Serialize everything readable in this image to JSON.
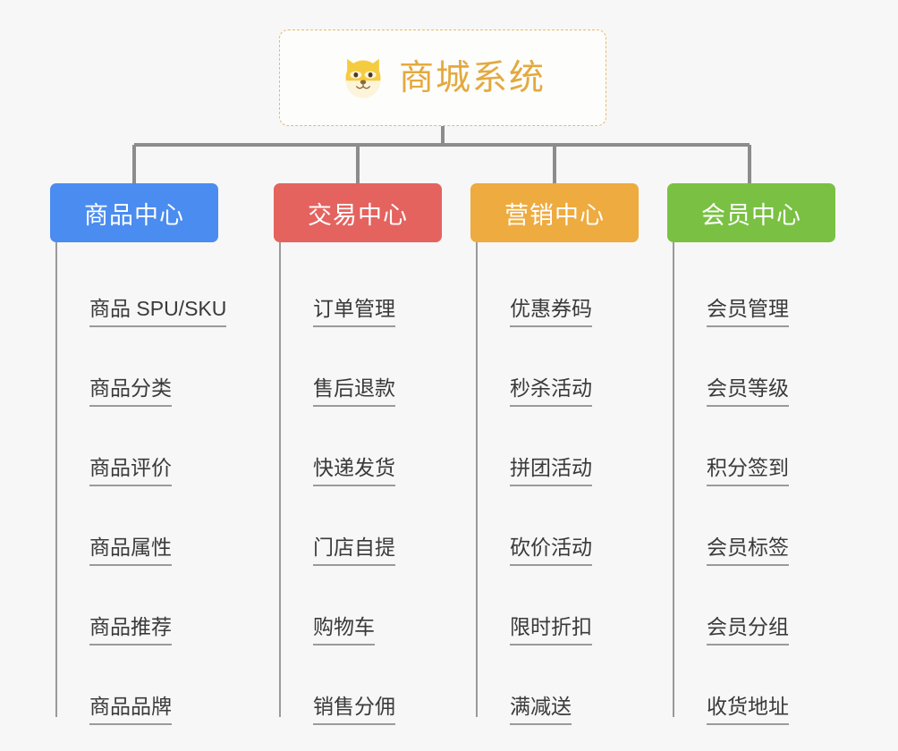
{
  "diagram": {
    "type": "org-tree",
    "background_color": "#f7f7f7",
    "root": {
      "title": "商城系统",
      "icon": "shiba-dog-face-icon",
      "text_color": "#e3a93f",
      "border_color": "#e9b96b",
      "border_style": "dashed"
    },
    "categories": [
      {
        "label": "商品中心",
        "color": "#4a8cf0",
        "color_name": "blue",
        "items": [
          "商品 SPU/SKU",
          "商品分类",
          "商品评价",
          "商品属性",
          "商品推荐",
          "商品品牌"
        ]
      },
      {
        "label": "交易中心",
        "color": "#e4635f",
        "color_name": "red",
        "items": [
          "订单管理",
          "售后退款",
          "快递发货",
          "门店自提",
          "购物车",
          "销售分佣"
        ]
      },
      {
        "label": "营销中心",
        "color": "#eeab3f",
        "color_name": "orange",
        "items": [
          "优惠券码",
          "秒杀活动",
          "拼团活动",
          "砍价活动",
          "限时折扣",
          "满减送"
        ]
      },
      {
        "label": "会员中心",
        "color": "#7ac143",
        "color_name": "green",
        "items": [
          "会员管理",
          "会员等级",
          "积分签到",
          "会员标签",
          "会员分组",
          "收货地址"
        ]
      }
    ],
    "connector_color": "#8c8c8c"
  }
}
